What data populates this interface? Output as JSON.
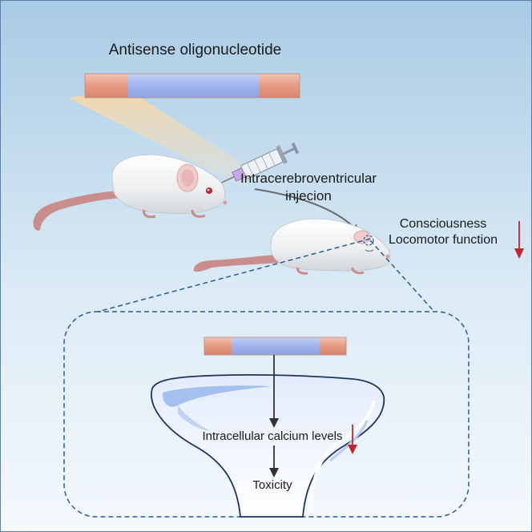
{
  "title": "Antisense oligonucleotide",
  "injection_label_line1": "Intracerebroventricular",
  "injection_label_line2": "injecion",
  "effects_line1": "Consciousness",
  "effects_line2": "Locomotor function",
  "cell_label_calcium": "Intracellular calcium levels",
  "cell_label_toxicity": "Toxicity",
  "colors": {
    "background_top": "#a9cbe4",
    "background_bottom": "#f4f9fd",
    "aso_end_cap": "#e8a38c",
    "aso_core": "#a4b8ee",
    "down_arrow": "#c0272d",
    "dashed_line": "#2b5a96",
    "cell_fill": "#dde8fb",
    "cell_outline": "#1e3360",
    "mouse_body": "#eeeeef",
    "mouse_tail": "#c98e8b"
  },
  "icons": [
    "aso-strand",
    "syringe-icon",
    "mouse-icon",
    "mouse-sedated-icon",
    "down-arrow-icon",
    "cell-neuron-icon"
  ]
}
